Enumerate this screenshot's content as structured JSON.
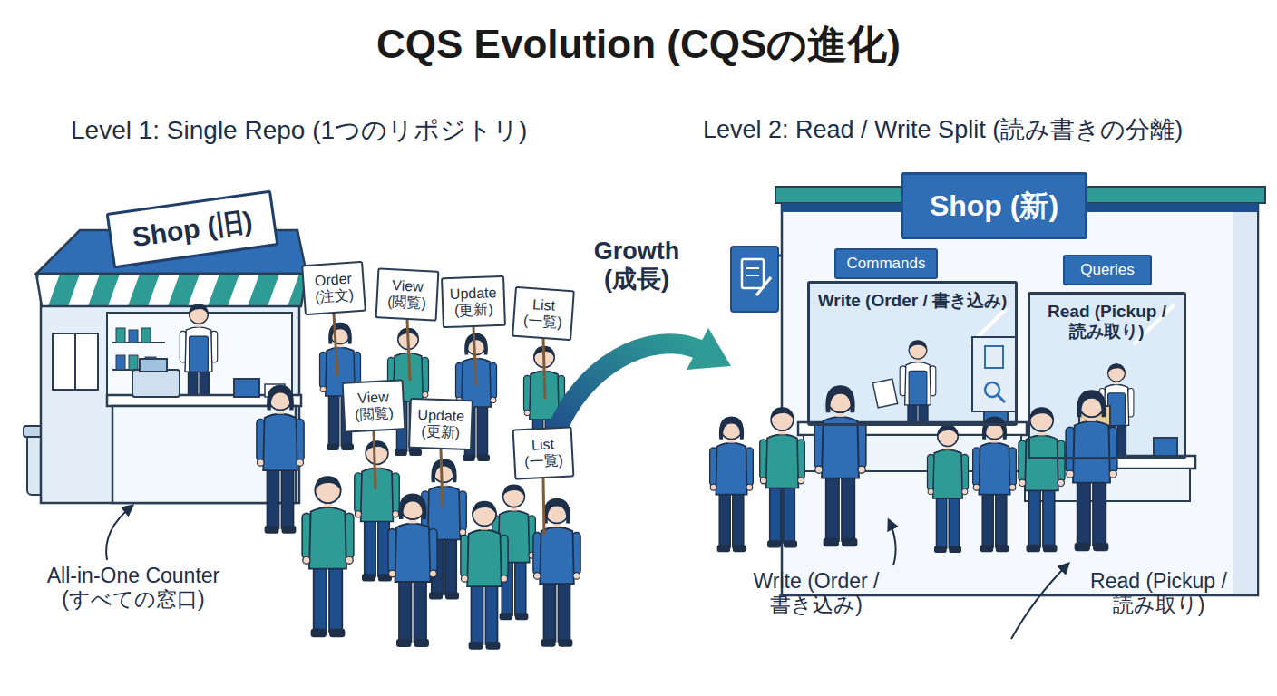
{
  "diagram": {
    "title": "CQS Evolution (CQSの進化)",
    "nodes": [
      {
        "text": [
          "Shop (旧)"
        ]
      },
      {
        "text": [
          "Order (注文)"
        ]
      },
      {
        "text": [
          "View (閲覧)"
        ]
      },
      {
        "text": [
          "Update (更新)"
        ]
      },
      {
        "text": [
          "List (一覧)"
        ]
      },
      {
        "text": [
          "View (閲覧)"
        ]
      },
      {
        "text": [
          "Update (更新)"
        ]
      },
      {
        "text": [
          "List (一覧)"
        ]
      },
      {
        "text": [
          "Shop (新)"
        ]
      },
      {
        "text": [
          "Commands"
        ]
      },
      {
        "text": [
          "Queries"
        ]
      },
      {
        "text": [
          "Write (Order / 書き込み)"
        ]
      },
      {
        "text": [
          "Read (Pickup / 読み取り)"
        ]
      }
    ],
    "labels": [
      "Level 1: Single Repo (1つのリポジトリ)",
      "Level 2: Read / Write Split (読み書きの分離)",
      "Growth (成長)",
      "All-in-One Counter (すべての窓口)",
      "Write (Order / 書き込み)",
      "Read (Pickup / 読み取り)"
    ]
  }
}
